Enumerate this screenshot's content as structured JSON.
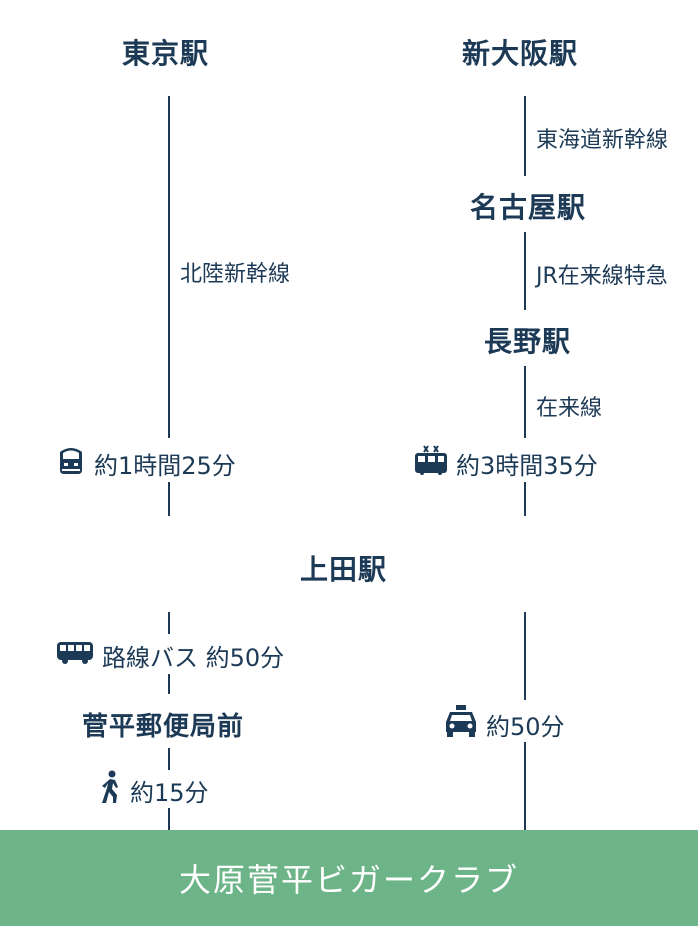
{
  "stations": {
    "tokyo": "東京駅",
    "shin_osaka": "新大阪駅",
    "nagoya": "名古屋駅",
    "nagano": "長野駅",
    "ueda": "上田駅",
    "sugadaira_post": "菅平郵便局前"
  },
  "lines": {
    "hokuriku": "北陸新幹線",
    "tokaido": "東海道新幹線",
    "jr_express": "JR在来線特急",
    "local": "在来線"
  },
  "times": {
    "tokyo_ueda": "約1時間25分",
    "osaka_ueda": "約3時間35分",
    "bus": "路線バス 約50分",
    "taxi": "約50分",
    "walk": "約15分"
  },
  "destination": "大原菅平ビガークラブ",
  "icons": {
    "shinkansen": "shinkansen-train-icon",
    "train": "train-icon",
    "bus": "bus-icon",
    "taxi": "taxi-icon",
    "walk": "walking-person-icon"
  },
  "colors": {
    "text": "#1c3a55",
    "destination_bg": "#6db588",
    "destination_text": "#ffffff"
  }
}
